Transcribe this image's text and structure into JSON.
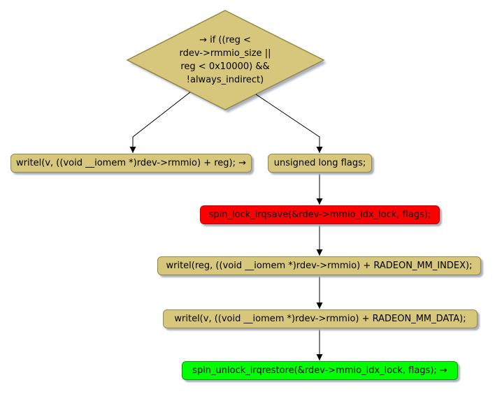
{
  "diagram": {
    "type": "flowchart",
    "colors": {
      "background": "#FFFFFF",
      "node_fill": "#D6C77D",
      "node_border": "#998746",
      "red_fill": "#FF0000",
      "red_border": "#C00000",
      "green_fill": "#00FF00",
      "green_border": "#00A000",
      "shadow": "#A9B0BC",
      "text": "#000000",
      "line": "#000000"
    },
    "decision": {
      "lines": [
        "→ if ((reg <",
        "rdev->rmmio_size ||",
        "reg < 0x10000) &&",
        "!always_indirect)"
      ]
    },
    "nodes": [
      {
        "id": "writel-direct",
        "label": "writel(v, ((void __iomem *)rdev->rmmio) + reg); →"
      },
      {
        "id": "declare-flags",
        "label": "unsigned long flags;"
      },
      {
        "id": "spin-lock",
        "label": "spin_lock_irqsave(&rdev->mmio_idx_lock, flags);"
      },
      {
        "id": "writel-index",
        "label": "writel(reg, ((void __iomem *)rdev->rmmio) + RADEON_MM_INDEX);"
      },
      {
        "id": "writel-data",
        "label": "writel(v, ((void __iomem *)rdev->rmmio) + RADEON_MM_DATA);"
      },
      {
        "id": "spin-unlock",
        "label": "spin_unlock_irqrestore(&rdev->mmio_idx_lock, flags); →"
      }
    ]
  }
}
